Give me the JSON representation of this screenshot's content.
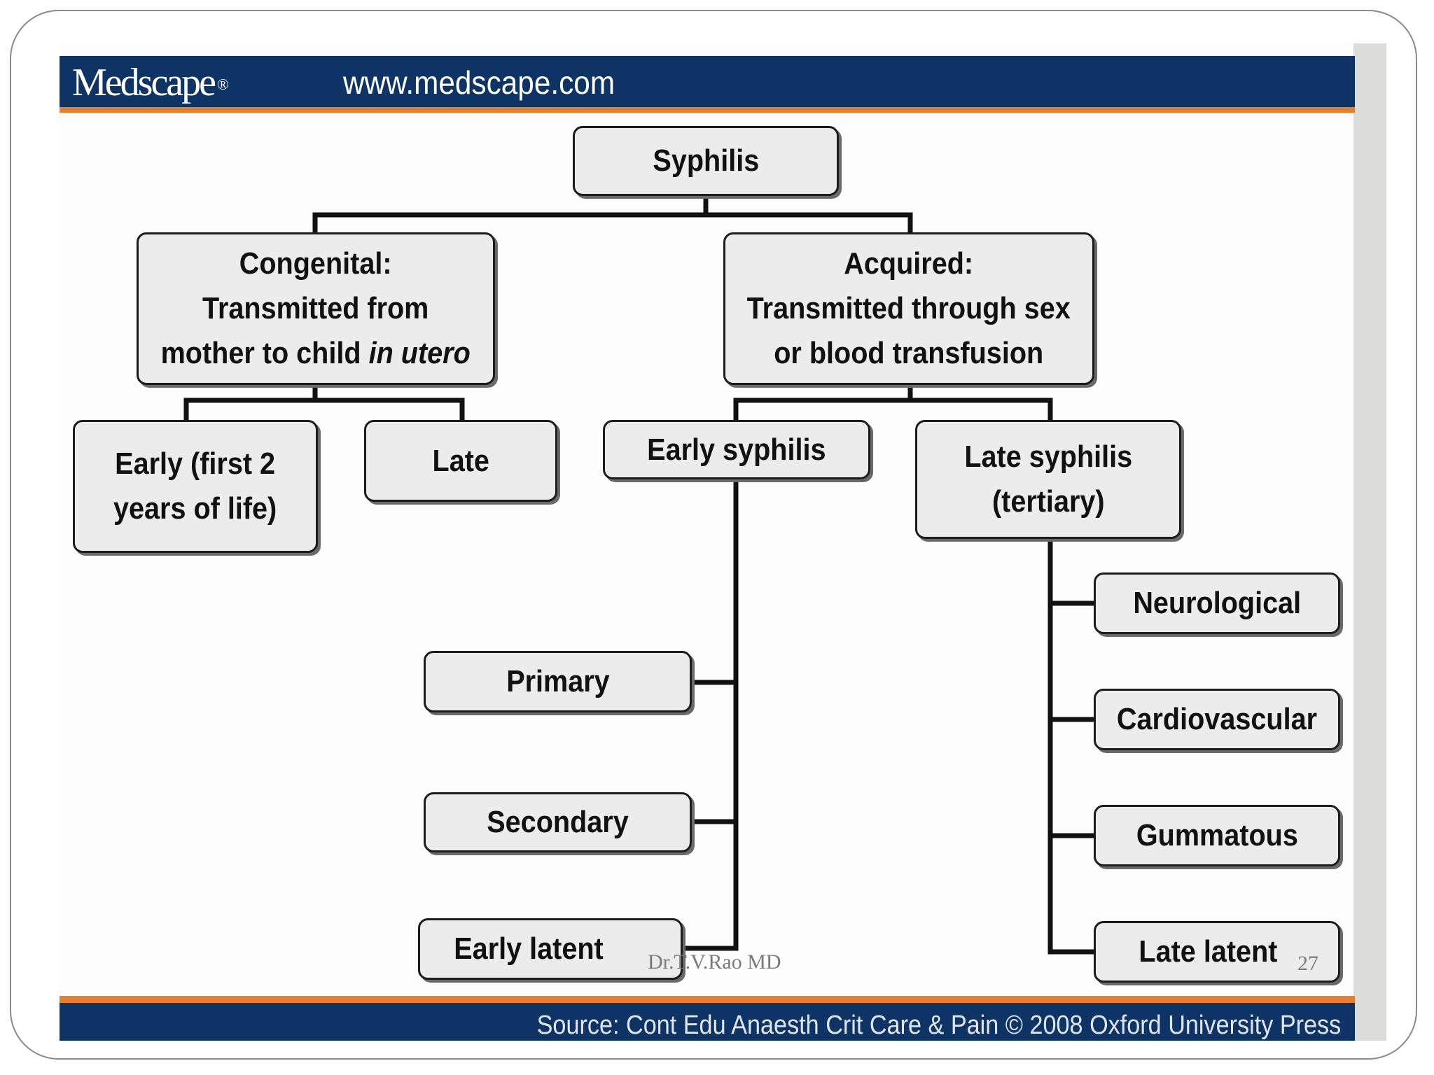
{
  "header": {
    "logo_text": "Medscape",
    "logo_reg": "®",
    "url": "www.medscape.com"
  },
  "footer": {
    "source": "Source: Cont Edu Anaesth Crit Care & Pain © 2008 Oxford University Press"
  },
  "diagram": {
    "root": "Syphilis",
    "congenital": {
      "line1": "Congenital:",
      "line2": "Transmitted from",
      "line3_plain": "mother to child ",
      "line3_italic": "in utero",
      "children": {
        "early": [
          "Early (first 2",
          "years of life)"
        ],
        "late": "Late"
      }
    },
    "acquired": {
      "line1": "Acquired:",
      "line2": "Transmitted through sex",
      "line3": "or blood transfusion",
      "early_syphilis": {
        "label": "Early syphilis",
        "children": [
          "Primary",
          "Secondary",
          "Early latent"
        ]
      },
      "late_syphilis": {
        "line1": "Late syphilis",
        "line2": "(tertiary)",
        "children": [
          "Neurological",
          "Cardiovascular",
          "Gummatous",
          "Late latent"
        ]
      }
    }
  },
  "slide": {
    "author": "Dr.T.V.Rao MD",
    "page_number": "27"
  },
  "colors": {
    "header_navy": "#0e3466",
    "accent_orange": "#e87d2a",
    "node_fill": "#ececec"
  }
}
